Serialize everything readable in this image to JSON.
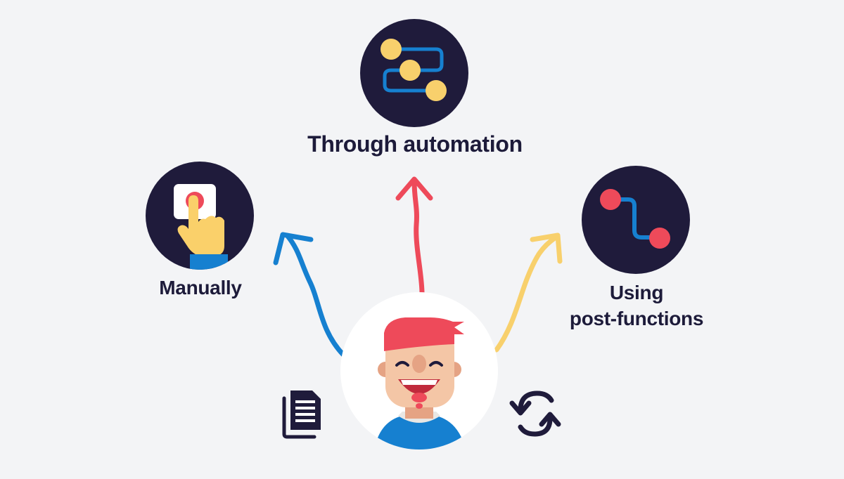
{
  "options": {
    "automation": {
      "label": "Through automation",
      "icon": "workflow-circles-icon"
    },
    "manually": {
      "label": "Manually",
      "icon": "hand-press-button-icon"
    },
    "post_functions": {
      "line1": "Using",
      "line2": "post-functions",
      "icon": "connected-nodes-icon"
    }
  },
  "center": {
    "icon": "smiling-person-avatar"
  },
  "side_icons": {
    "left": "documents-icon",
    "right": "refresh-sync-icon"
  },
  "colors": {
    "background": "#f3f4f6",
    "dark_circle": "#1f1b3b",
    "blue_arrow": "#1680d0",
    "red_arrow": "#ee4a5a",
    "yellow_arrow": "#f8d06c",
    "node_yellow": "#f8d06c",
    "node_red": "#ee4a5a",
    "text": "#1d1b3a"
  }
}
